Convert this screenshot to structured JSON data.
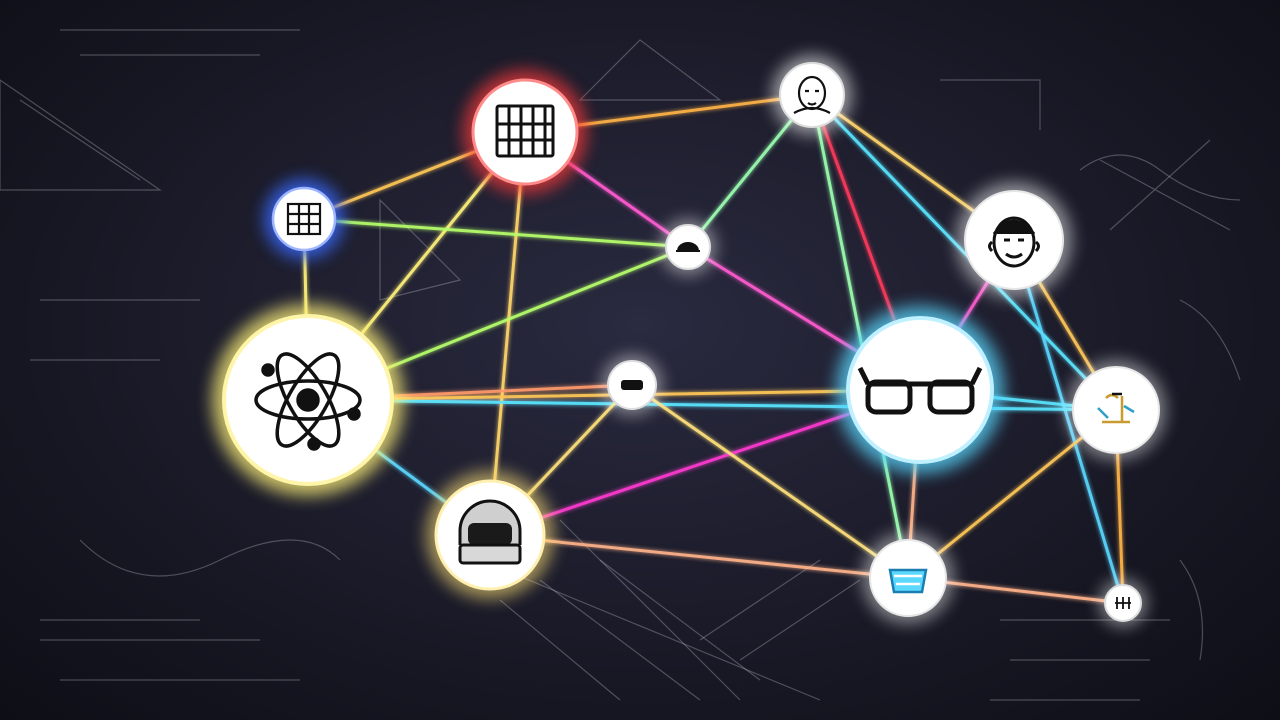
{
  "nodes": [
    {
      "id": "atom",
      "icon": "atom-icon",
      "glow": "#fff27a"
    },
    {
      "id": "grid-chip",
      "icon": "grid-chip-icon",
      "glow": "#ff3b3b"
    },
    {
      "id": "small-grid",
      "icon": "small-grid-icon",
      "glow": "#3b6bff"
    },
    {
      "id": "portrait-top",
      "icon": "bald-head-portrait-icon",
      "glow": "#ffffff"
    },
    {
      "id": "portrait-right",
      "icon": "face-portrait-icon",
      "glow": "#ffffff"
    },
    {
      "id": "glasses",
      "icon": "glasses-icon",
      "glow": "#5ad8ff"
    },
    {
      "id": "helmet",
      "icon": "helmet-icon",
      "glow": "#ffe27a"
    },
    {
      "id": "small-top",
      "icon": "small-device-icon",
      "glow": "#ffffff"
    },
    {
      "id": "small-center",
      "icon": "small-device-icon",
      "glow": "#ffffff"
    },
    {
      "id": "formula",
      "icon": "formula-icon",
      "glow": "#ffffff"
    },
    {
      "id": "tub",
      "icon": "tub-icon",
      "glow": "#ffffff"
    },
    {
      "id": "tiny",
      "icon": "tiny-mark-icon",
      "glow": "#ffffff"
    }
  ],
  "edges": [
    {
      "from": "small-grid",
      "to": "grid-chip",
      "color": "#ffc857"
    },
    {
      "from": "small-grid",
      "to": "atom",
      "color": "#fff27a"
    },
    {
      "from": "grid-chip",
      "to": "portrait-top",
      "color": "#ffb347"
    },
    {
      "from": "grid-chip",
      "to": "atom",
      "color": "#fff27a"
    },
    {
      "from": "grid-chip",
      "to": "helmet",
      "color": "#ffd66b"
    },
    {
      "from": "grid-chip",
      "to": "small-top",
      "color": "#ff5bd1"
    },
    {
      "from": "portrait-top",
      "to": "small-top",
      "color": "#9bffb0"
    },
    {
      "from": "portrait-top",
      "to": "glasses",
      "color": "#ff3b5c"
    },
    {
      "from": "portrait-top",
      "to": "formula",
      "color": "#59e6ff"
    },
    {
      "from": "portrait-top",
      "to": "portrait-right",
      "color": "#ffd66b"
    },
    {
      "from": "portrait-top",
      "to": "tub",
      "color": "#9bffb0"
    },
    {
      "from": "portrait-right",
      "to": "glasses",
      "color": "#ff5bd1"
    },
    {
      "from": "portrait-right",
      "to": "formula",
      "color": "#ffc857"
    },
    {
      "from": "portrait-right",
      "to": "tiny",
      "color": "#5ad8ff"
    },
    {
      "from": "atom",
      "to": "small-top",
      "color": "#b6ff6b"
    },
    {
      "from": "atom",
      "to": "glasses",
      "color": "#ffc857"
    },
    {
      "from": "atom",
      "to": "formula",
      "color": "#59e6ff"
    },
    {
      "from": "atom",
      "to": "small-center",
      "color": "#ff9a6b"
    },
    {
      "from": "atom",
      "to": "helmet",
      "color": "#5ad8ff"
    },
    {
      "from": "helmet",
      "to": "glasses",
      "color": "#ff3bd1"
    },
    {
      "from": "helmet",
      "to": "small-center",
      "color": "#ffe27a"
    },
    {
      "from": "helmet",
      "to": "tub",
      "color": "#ffb38a"
    },
    {
      "from": "small-top",
      "to": "glasses",
      "color": "#ff5bd1"
    },
    {
      "from": "small-center",
      "to": "tub",
      "color": "#ffe27a"
    },
    {
      "from": "glasses",
      "to": "tub",
      "color": "#ffb38a"
    },
    {
      "from": "glasses",
      "to": "formula",
      "color": "#59e6ff"
    },
    {
      "from": "formula",
      "to": "tub",
      "color": "#ffc857"
    },
    {
      "from": "formula",
      "to": "tiny",
      "color": "#ffb347"
    },
    {
      "from": "tub",
      "to": "tiny",
      "color": "#ffb38a"
    },
    {
      "from": "small-grid",
      "to": "small-top",
      "color": "#b6ff6b"
    }
  ]
}
